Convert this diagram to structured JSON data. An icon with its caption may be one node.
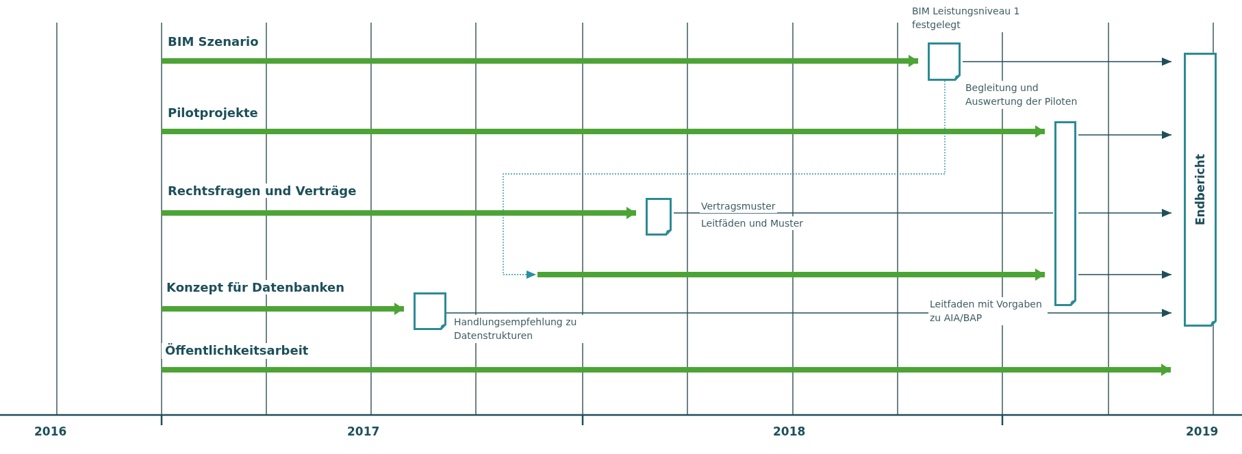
{
  "diagram": {
    "nodes": [
      {
        "text": [],
        "shape": "box",
        "beside": [
          "BIM Leistungsniveau 1 festgelegt"
        ]
      },
      {
        "text": [],
        "shape": "box",
        "beside": [
          "Leitfaden mit Vorgaben zu AIA/BAP"
        ]
      },
      {
        "text": [],
        "shape": "box",
        "beside": [
          "Vertragsmuster",
          "Leitfäden und Muster"
        ]
      },
      {
        "text": [],
        "shape": "box",
        "beside": [
          "Handlungsempfehlung zu Datenstrukturen"
        ]
      },
      {
        "text": [
          "Endbericht"
        ]
      },
      {
        "text": [
          "Öffentlichkeitsarbeit"
        ]
      }
    ],
    "edges": [
      {
        "from": null,
        "to": 0,
        "arrow": "to",
        "style": "thick",
        "color": "#4ca435"
      },
      {
        "from": null,
        "to": 1,
        "arrow": "to",
        "style": "thick",
        "color": "#4ca435"
      },
      {
        "from": null,
        "to": 2,
        "arrow": "to",
        "style": "thick",
        "color": "#4ca435"
      },
      {
        "from": null,
        "to": 3,
        "arrow": "to",
        "style": "thick",
        "color": "#4ca435"
      },
      {
        "from": 5,
        "to": null,
        "arrow": "to",
        "style": "thick",
        "color": "#4ca435"
      },
      {
        "from": null,
        "to": 1,
        "arrow": "to",
        "style": "thick",
        "color": "#4ca435"
      },
      {
        "from": 0,
        "to": 4,
        "arrow": "to"
      },
      {
        "from": 1,
        "to": 4,
        "arrow": "to"
      },
      {
        "from": 2,
        "to": 1,
        "arrow": "none"
      },
      {
        "from": 1,
        "to": 4,
        "arrow": "to"
      },
      {
        "from": 3,
        "to": 4,
        "arrow": "to"
      },
      {
        "from": 0,
        "to": null,
        "arrow": "to",
        "style": "dashed",
        "color": "#2a8fa0"
      },
      {
        "from": 1,
        "to": 4,
        "arrow": "to"
      }
    ],
    "labels": [
      "BIM Szenario",
      "Pilotprojekte",
      "Rechtsfragen und Verträge",
      "Konzept für Datenbanken",
      "Begleitung und Auswertung der Piloten",
      "2016",
      "2017",
      "2018",
      "2019"
    ]
  }
}
